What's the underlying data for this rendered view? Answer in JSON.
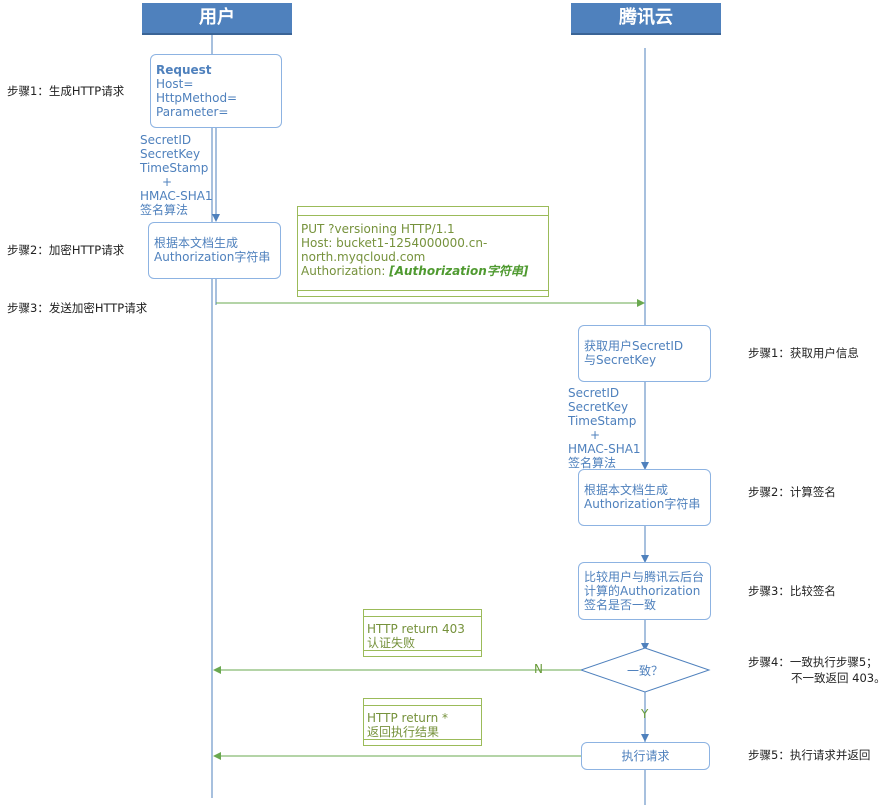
{
  "lanes": {
    "user": "用户",
    "cloud": "腾讯云"
  },
  "steps_left": {
    "s1": "步骤1：生成HTTP请求",
    "s2": "步骤2：加密HTTP请求",
    "s3": "步骤3：发送加密HTTP请求"
  },
  "steps_right": {
    "s1": "步骤1：获取用户信息",
    "s2": "步骤2：计算签名",
    "s3": "步骤3：比较签名",
    "s4_line1": "步骤4：一致执行步骤5；",
    "s4_line2": "不一致返回 403。",
    "s5": "步骤5：执行请求并返回"
  },
  "request_box": {
    "title": "Request",
    "host": "Host=",
    "method": "HttpMethod=",
    "parameter": "Parameter="
  },
  "params_user": {
    "secret_id": "SecretID",
    "secret_key": "SecretKey",
    "timestamp": "TimeStamp",
    "plus": "+",
    "hmac": "HMAC-SHA1",
    "algo": "签名算法"
  },
  "params_cloud": {
    "secret_id": "SecretID",
    "secret_key": "SecretKey",
    "timestamp": "TimeStamp",
    "plus": "+",
    "hmac": "HMAC-SHA1",
    "algo": "签名算法"
  },
  "user_gen_box": {
    "line1": "根据本文档生成",
    "line2": "Authorization字符串"
  },
  "http_note": {
    "line1": "PUT ?versioning HTTP/1.1",
    "line2": "Host: bucket1-1254000000.cn-",
    "line3": "north.myqcloud.com",
    "auth_label": "Authorization: ",
    "auth_value": "[Authorization字符串]"
  },
  "cloud_get_box": {
    "line1": "获取用户SecretID",
    "line2": "与SecretKey"
  },
  "cloud_gen_box": {
    "line1": "根据本文档生成",
    "line2": "Authorization字符串"
  },
  "cloud_compare_box": {
    "line1": "比较用户与腾讯云后台",
    "line2": "计算的Authorization",
    "line3": "签名是否一致"
  },
  "decision": {
    "label": "一致？",
    "no": "N",
    "yes": "Y"
  },
  "note_403": {
    "line1": "HTTP return 403",
    "line2": "认证失败"
  },
  "note_ok": {
    "line1": "HTTP return *",
    "line2": "返回执行结果"
  },
  "exec_box": {
    "label": "执行请求"
  },
  "colors": {
    "blue": "#4f81bd",
    "lightblue": "#8db3e2",
    "green": "#9bbb59",
    "greenText": "#76923c"
  }
}
